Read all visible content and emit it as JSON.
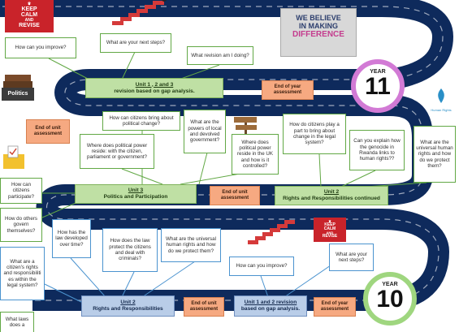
{
  "year_top": {
    "label": "YEAR",
    "number": "11"
  },
  "year_bottom": {
    "label": "YEAR",
    "number": "10"
  },
  "keep_calm": {
    "line1": "KEEP",
    "line2": "CALM",
    "line3": "AND",
    "line4": "REVISE"
  },
  "believe_image": {
    "line1": "WE BELIEVE",
    "line2": "IN MAKING",
    "line3": "DIFFERENCE"
  },
  "politics_book": "Politics",
  "human_rights_logo": "Human Rights",
  "units": {
    "u123": {
      "line1": "Unit 1 , 2 and 3",
      "line2": "revision based on gap analysis."
    },
    "u3": {
      "line1": "Unit 3",
      "line2": "Politics and Participation"
    },
    "u2c": {
      "line1": "Unit 2",
      "line2": "Rights and Responsibilities continued"
    },
    "u2": {
      "line1": "Unit 2",
      "line2": "Rights and Responsibilities"
    },
    "u12": {
      "line1": "Unit 1 and 2 revision",
      "line2": "based on gap analysis."
    }
  },
  "assessments": {
    "end_year_top": "End of year assessment",
    "end_unit_left": "End of unit assessment",
    "end_unit_mid": "End of unit assessment",
    "end_unit_bottom": "End of unit assessment",
    "end_year_bottom": "End of year assessment"
  },
  "questions": {
    "improve_top": "How can you improve?",
    "next_steps_top": "What are your next steps?",
    "revision_doing": "What revision am I doing?",
    "bring_change": "How can citizens bring about political change?",
    "powers_local": "What are the powers of local and devolved government?",
    "power_reside_citizen": "Where does political power reside: with the citizen, parliament or government?",
    "power_reside_uk": "Where does political power reside in the UK and how is it controlled?",
    "genocide_part": "How do citizens play a part to bring about change in the legal system?",
    "rwanda": "Can you explain how the genocide in Rwanda links to human rights??",
    "universal_right": "What are the universal human rights and how do we protect them?",
    "citizens_participate": "How can citizens participate?",
    "others_govern": "How do others govern themselves?",
    "law_developed": "How has the law developed over time?",
    "law_protect": "How does the law protect the citizens and deal with criminals?",
    "universal_bottom": "What are the universal human rights and how do we protect them?",
    "rights_legal": "What are a citizen's rights and responsibiliti es within the legal system?",
    "improve_bottom": "How can you improve?",
    "next_steps_bottom": "What are your next steps?",
    "what_laws": "What laws does a"
  }
}
